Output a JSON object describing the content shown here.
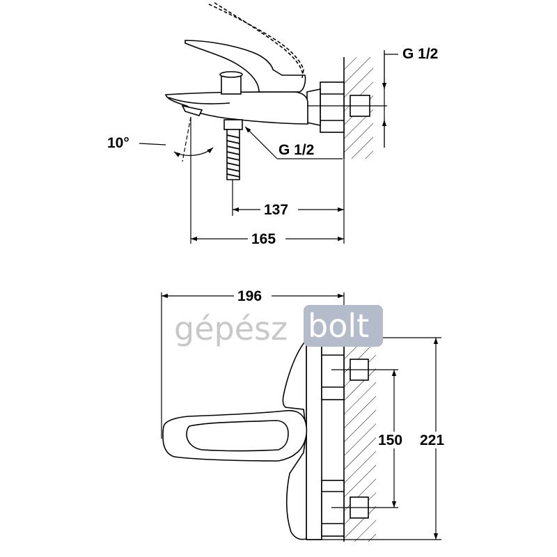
{
  "watermark": {
    "word1": "gépész",
    "word2": "bolt",
    "word1_color": "#c8c8c8",
    "badge_color": "#b4bccb",
    "word2_color": "#ffffff"
  },
  "side_view": {
    "thread_top": "G 1/2",
    "thread_bottom": "G 1/2",
    "angle": "10°",
    "dim_inner": "137",
    "dim_outer": "165"
  },
  "front_view": {
    "dim_width": "196",
    "dim_inlet_spacing": "150",
    "dim_height": "221"
  },
  "line_color": "#000000"
}
